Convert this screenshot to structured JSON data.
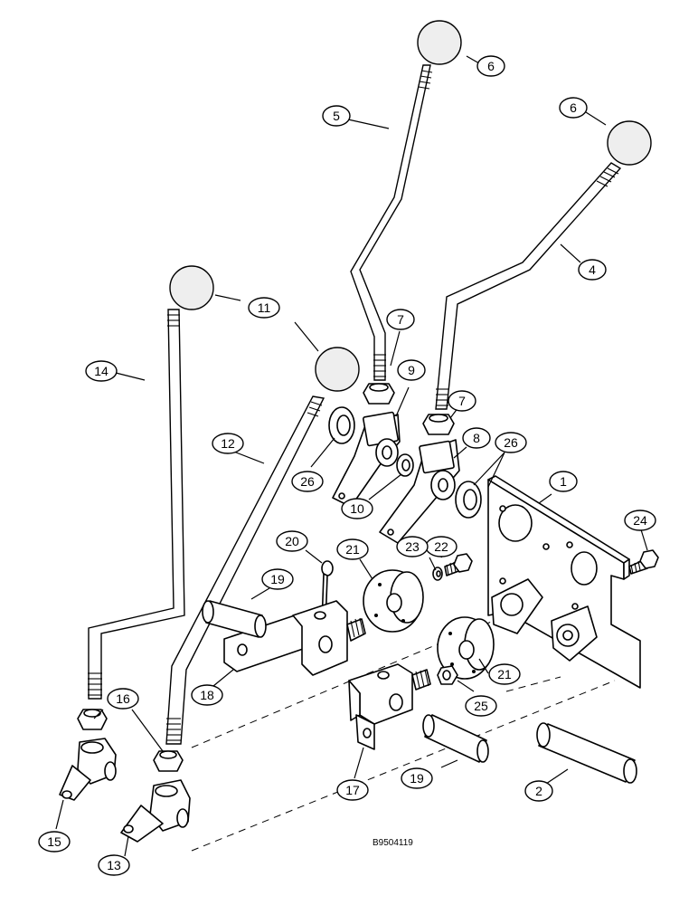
{
  "figure": {
    "reference_code": "B9504119"
  },
  "callouts": {
    "c1": "1",
    "c2": "2",
    "c4": "4",
    "c5": "5",
    "c6a": "6",
    "c6b": "6",
    "c7a": "7",
    "c7b": "7",
    "c8": "8",
    "c9": "9",
    "c10": "10",
    "c11": "11",
    "c12": "12",
    "c13": "13",
    "c14": "14",
    "c15": "15",
    "c16": "16",
    "c17": "17",
    "c18": "18",
    "c19a": "19",
    "c19b": "19",
    "c20": "20",
    "c21a": "21",
    "c21b": "21",
    "c22": "22",
    "c23": "23",
    "c24": "24",
    "c25": "25",
    "c26a": "26",
    "c26b": "26"
  }
}
